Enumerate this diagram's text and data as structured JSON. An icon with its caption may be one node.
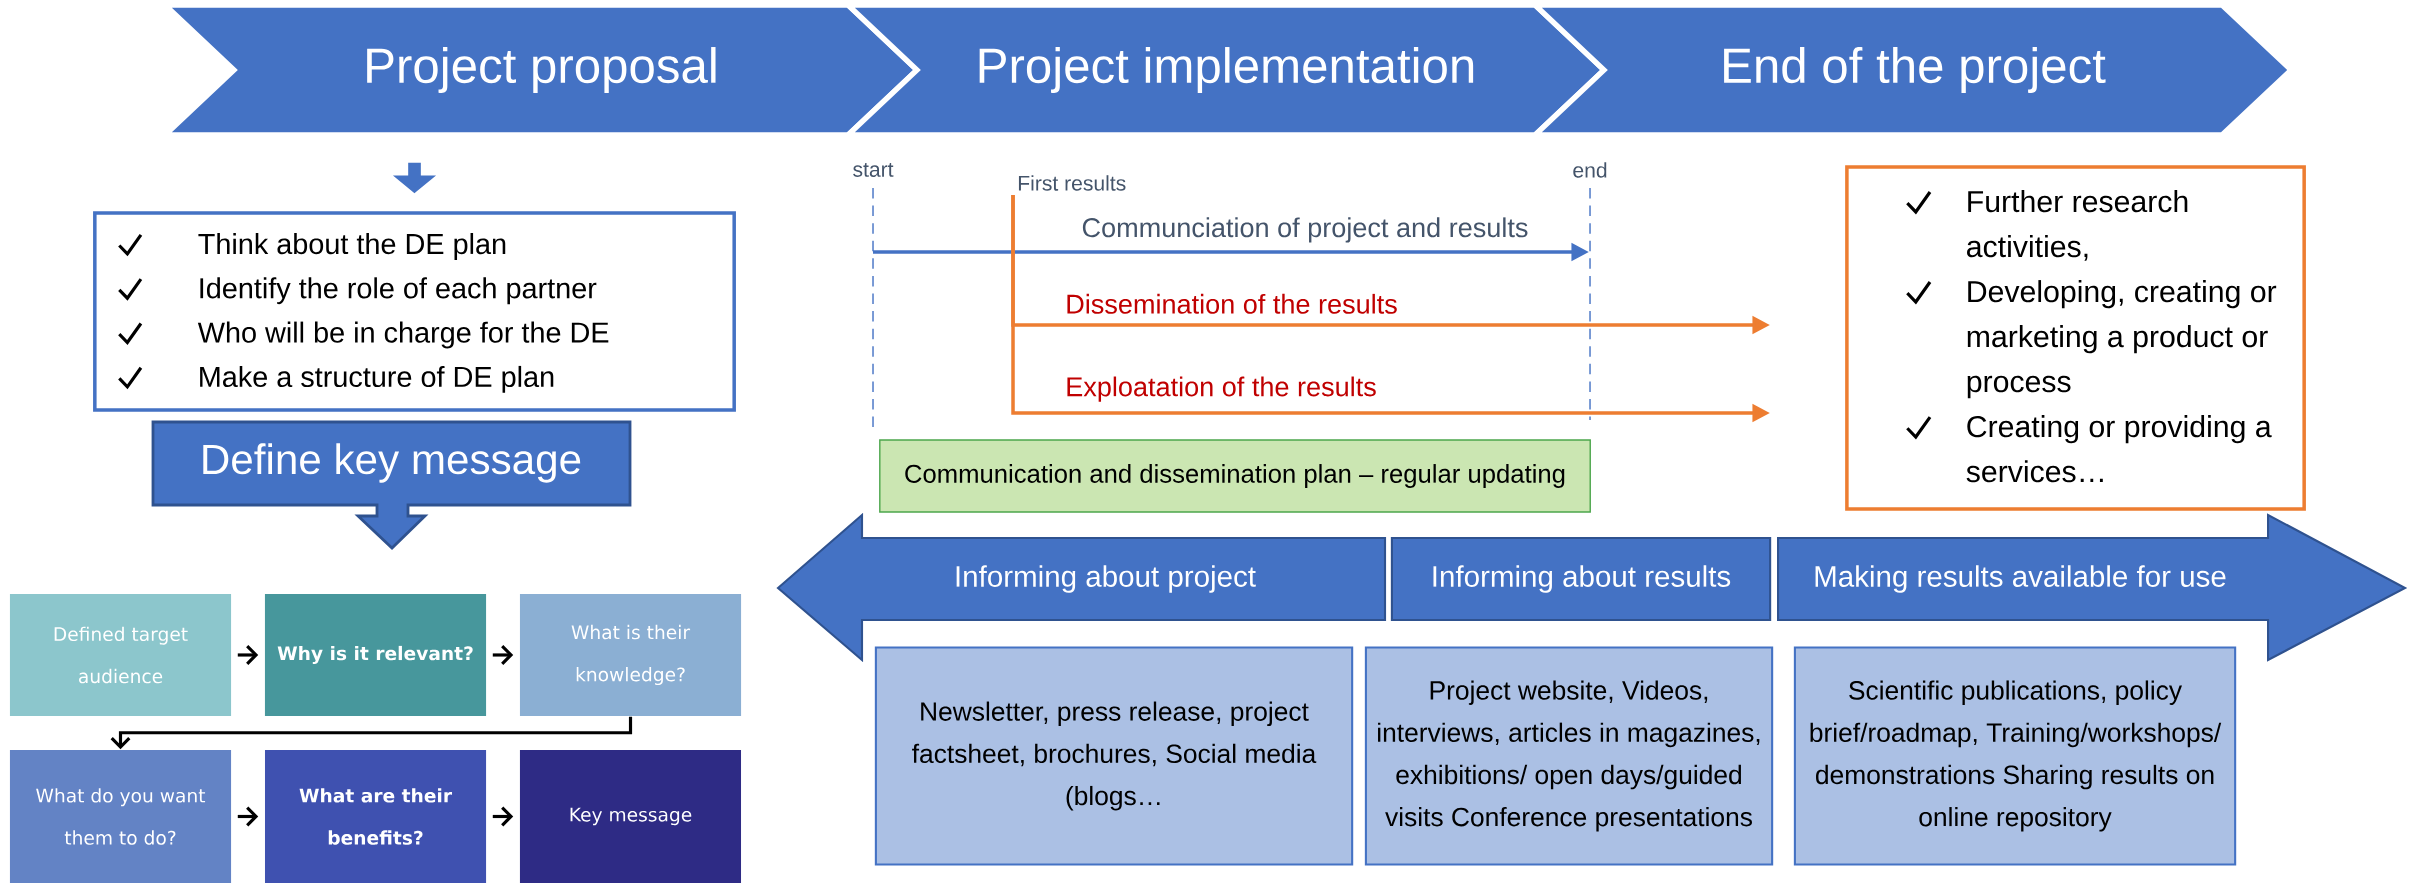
{
  "diagram": {
    "nodes": [
      {
        "text": [
          "Project proposal"
        ]
      },
      {
        "text": [
          "Project implementation"
        ]
      },
      {
        "text": [
          "End of the project"
        ]
      },
      {
        "text": [
          "Think about the DE plan",
          "Identify the role of each partner",
          "Who will be in charge for the DE",
          "Make a structure of DE plan"
        ]
      },
      {
        "text": [
          "Define key message"
        ]
      },
      {
        "text": [
          "Defined target audience"
        ]
      },
      {
        "text": [
          "Why is it relevant?"
        ]
      },
      {
        "text": [
          "What is their knowledge?"
        ]
      },
      {
        "text": [
          "What do you want them to do?"
        ]
      },
      {
        "text": [
          "What are their benefits?"
        ]
      },
      {
        "text": [
          "Key message"
        ]
      },
      {
        "text": [
          "start"
        ]
      },
      {
        "text": [
          "First results"
        ]
      },
      {
        "text": [
          "end"
        ]
      },
      {
        "text": [
          "Further research activities,",
          "Developing, creating or marketing a product or process",
          "Creating or providing a services…"
        ]
      },
      {
        "text": [
          "Communication and dissemination plan – regular updating"
        ]
      },
      {
        "text": [
          "Informing about project"
        ]
      },
      {
        "text": [
          "Informing about results"
        ]
      },
      {
        "text": [
          "Making results available for use"
        ]
      },
      {
        "text": [
          "Newsletter, press release, project factsheet, brochures, Social media (blogs…"
        ]
      },
      {
        "text": [
          "Project website, Videos, interviews, articles in magazines, exhibitions/ open days/guided visits Conference presentations"
        ]
      },
      {
        "text": [
          "Scientific publications, policy brief/roadmap, Training/workshops/ demonstrations Sharing results on online repository"
        ]
      }
    ],
    "edges": [
      {
        "from": 0,
        "to": 3,
        "arrow": "to",
        "style": "thick",
        "color": "#4472c4"
      },
      {
        "from": 5,
        "to": 6,
        "arrow": "to"
      },
      {
        "from": 6,
        "to": 7,
        "arrow": "to"
      },
      {
        "from": 7,
        "to": 8,
        "arrow": "to"
      },
      {
        "from": 8,
        "to": 9,
        "arrow": "to"
      },
      {
        "from": 9,
        "to": 10,
        "arrow": "to"
      },
      {
        "from": 11,
        "to": 13,
        "arrow": "to",
        "label": "Communciation of project and results",
        "color": "#4472c4"
      },
      {
        "from": 12,
        "to": null,
        "arrow": "to",
        "label": "Dissemination of the results",
        "color": "#ed7d31"
      },
      {
        "from": 12,
        "to": null,
        "arrow": "to",
        "label": "Exploatation of the results",
        "color": "#ed7d31"
      }
    ]
  }
}
